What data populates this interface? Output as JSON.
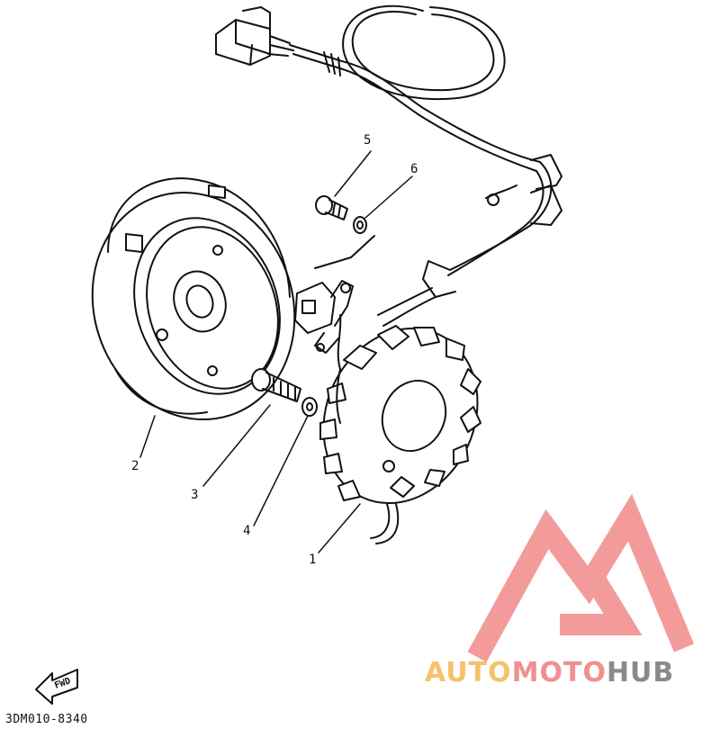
{
  "callouts": [
    {
      "id": "1",
      "label": "1"
    },
    {
      "id": "2",
      "label": "2"
    },
    {
      "id": "3",
      "label": "3"
    },
    {
      "id": "4",
      "label": "4"
    },
    {
      "id": "5",
      "label": "5"
    },
    {
      "id": "6",
      "label": "6"
    }
  ],
  "part_code": "3DM010-8340",
  "fwd_label": "FWD",
  "watermark": {
    "part1": "AUTO",
    "part2": "MOTO",
    "part3": "HUB",
    "color_auto": "#f5c26b",
    "color_moto": "#f08f8f",
    "color_hub": "#8a8a8a",
    "logo_color": "#f28a8a"
  },
  "colors": {
    "line": "#111111",
    "background": "#ffffff"
  }
}
